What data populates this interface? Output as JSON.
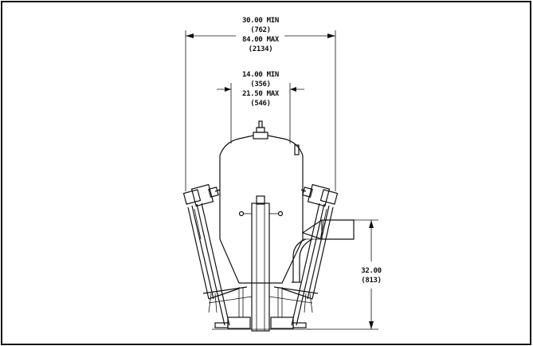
{
  "dimensions": {
    "outer_width": {
      "min": "30.00 MIN",
      "min_mm": "(762)",
      "max": "84.00 MAX",
      "max_mm": "(2134)"
    },
    "inner_width": {
      "min": "14.00 MIN",
      "min_mm": "(356)",
      "max": "21.50 MAX",
      "max_mm": "(546)"
    },
    "height": {
      "value": "32.00",
      "value_mm": "(813)"
    }
  }
}
